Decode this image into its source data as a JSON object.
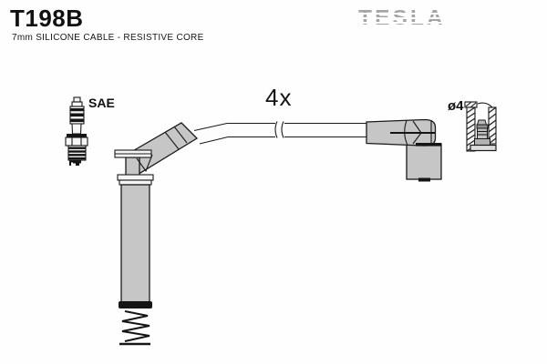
{
  "header": {
    "part_number": "T198B",
    "subtitle": "7mm SILICONE CABLE - RESISTIVE CORE",
    "brand": "TESLA"
  },
  "diagram": {
    "quantity_label": "4x",
    "connector_standard_label": "SAE",
    "terminal_diameter_label": "ø4"
  },
  "icons": {
    "spark_plug": "spark-plug side view (SAE terminal)",
    "cable_break": "break marks indicating shortened cable length",
    "terminal_cross_section": "boot cross-section with ø4 terminal inside"
  },
  "colors": {
    "background": "#fefefe",
    "brand_gray": "#a5a5a5",
    "boot_fill": "#c6c6c6",
    "outline": "#1a1a1a",
    "text": "#111111"
  }
}
